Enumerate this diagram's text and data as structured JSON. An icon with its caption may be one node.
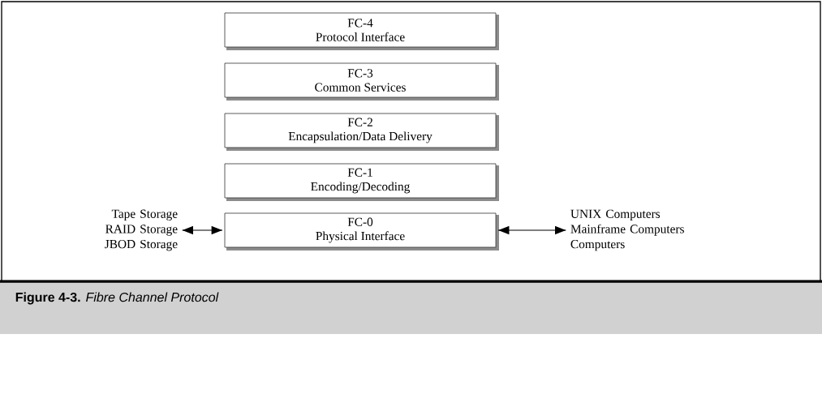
{
  "diagram": {
    "caption": "**Figure 4-3.** *Fibre Channel Protocol*",
    "nodes": [
      {
        "text": [
          "FC-4",
          "Protocol Interface"
        ]
      },
      {
        "text": [
          "FC-3",
          "Common Services"
        ]
      },
      {
        "text": [
          "FC-2",
          "Encapsulation/Data Delivery"
        ]
      },
      {
        "text": [
          "FC-1",
          "Encoding/Decoding"
        ]
      },
      {
        "text": [
          "FC-0",
          "Physical Interface"
        ]
      },
      {
        "text": [
          "Tape Storage RAID Storage JBOD Storage"
        ]
      },
      {
        "text": [
          "UNIX Computers Mainframe Computers Computers"
        ]
      }
    ],
    "edges": [
      {
        "from": 5,
        "to": 4,
        "arrow": "both"
      },
      {
        "from": 4,
        "to": 6,
        "arrow": "both"
      }
    ]
  }
}
